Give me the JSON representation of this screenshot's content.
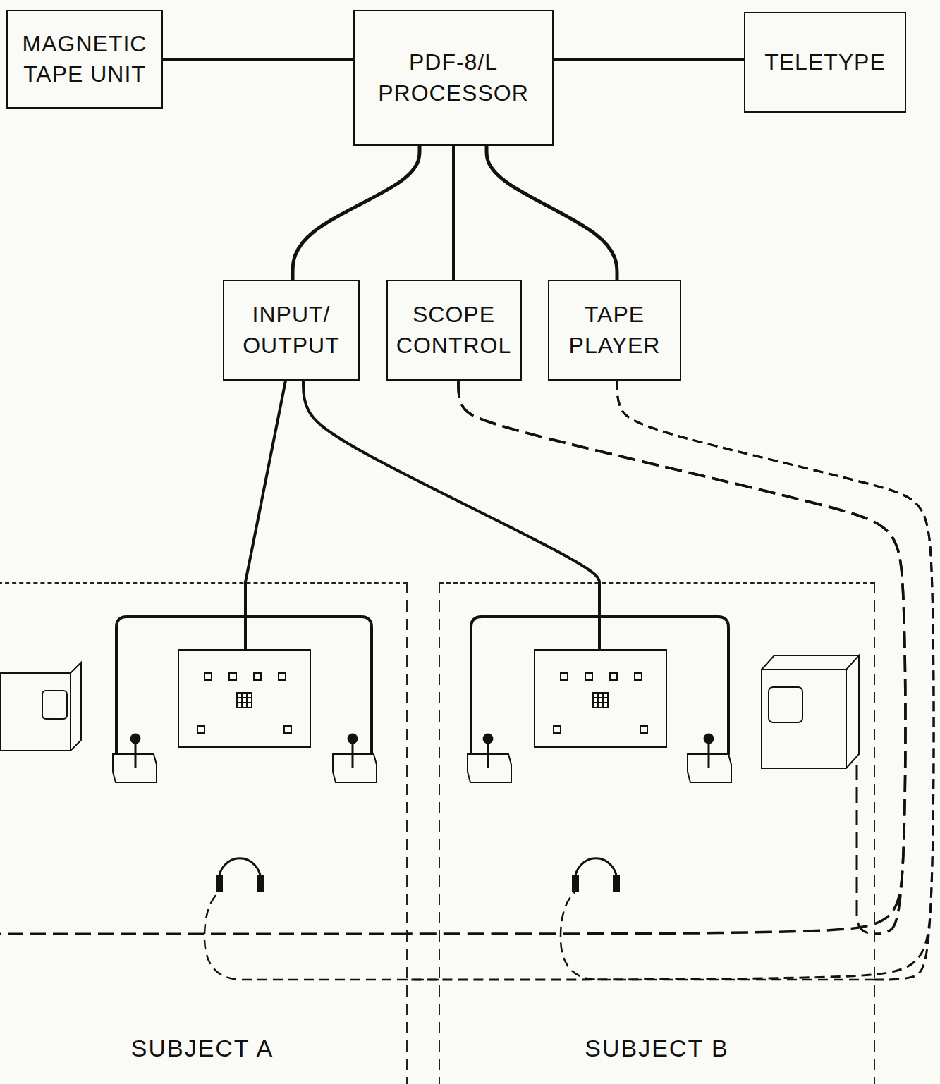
{
  "diagram": {
    "nodes": [
      {
        "text": [
          "MAGNETIC TAPE UNIT"
        ]
      },
      {
        "text": [
          "PDF-8/L PROCESSOR"
        ]
      },
      {
        "text": [
          "TELETYPE"
        ]
      },
      {
        "text": [
          "INPUT/ OUTPUT"
        ]
      },
      {
        "text": [
          "SCOPE CONTROL"
        ]
      },
      {
        "text": [
          "TAPE PLAYER"
        ]
      },
      {
        "text": [
          "SUBJECT A"
        ]
      },
      {
        "text": [
          "SUBJECT B"
        ]
      }
    ],
    "edges": [
      {
        "from": 0,
        "to": 1,
        "arrow": "none"
      },
      {
        "from": 1,
        "to": 2,
        "arrow": "none"
      },
      {
        "from": 1,
        "to": 3,
        "arrow": "none"
      },
      {
        "from": 1,
        "to": 4,
        "arrow": "none"
      },
      {
        "from": 1,
        "to": 5,
        "arrow": "none"
      },
      {
        "from": 3,
        "to": 6,
        "arrow": "none"
      },
      {
        "from": 3,
        "to": 7,
        "arrow": "none"
      },
      {
        "from": 4,
        "to": 6,
        "arrow": "none"
      },
      {
        "from": 4,
        "to": 7,
        "arrow": "none"
      },
      {
        "from": 5,
        "to": 6,
        "arrow": "none"
      },
      {
        "from": 5,
        "to": 7,
        "arrow": "none"
      }
    ]
  }
}
